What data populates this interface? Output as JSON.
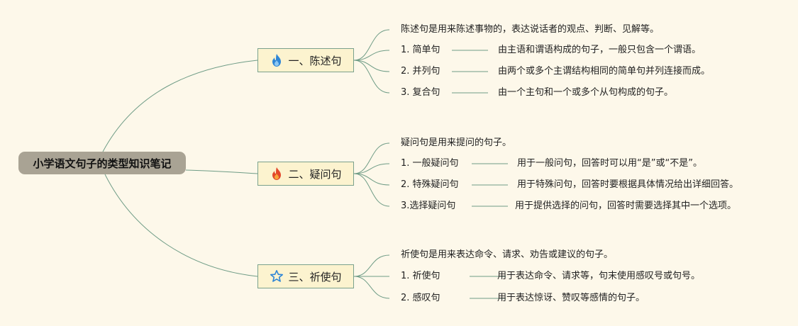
{
  "root": {
    "label": "小学语文句子的类型知识笔记"
  },
  "branches": [
    {
      "label": "一、陈述句",
      "icon": "blue-fire-icon",
      "intro": "陈述句是用来陈述事物的，表达说话者的观点、判断、见解等。",
      "items": [
        {
          "label": "1. 简单句",
          "desc": "由主语和谓语构成的句子，一般只包含一个谓语。"
        },
        {
          "label": "2. 并列句",
          "desc": "由两个或多个主谓结构相同的简单句并列连接而成。"
        },
        {
          "label": "3. 复合句",
          "desc": "由一个主句和一个或多个从句构成的句子。"
        }
      ]
    },
    {
      "label": "二、疑问句",
      "icon": "red-fire-icon",
      "intro": "疑问句是用来提问的句子。",
      "items": [
        {
          "label": "1. 一般疑问句",
          "desc": "用于一般问句，回答时可以用“是”或“不是”。"
        },
        {
          "label": "2. 特殊疑问句",
          "desc": "用于特殊问句，回答时要根据具体情况给出详细回答。"
        },
        {
          "label": "3.选择疑问句",
          "desc": "用于提供选择的问句，回答时需要选择其中一个选项。"
        }
      ]
    },
    {
      "label": "三、祈使句",
      "icon": "star-outline-icon",
      "intro": "祈使句是用来表达命令、请求、劝告或建议的句子。",
      "items": [
        {
          "label": "1. 祈使句",
          "desc": "用于表达命令、请求等，句末使用感叹号或句号。"
        },
        {
          "label": "2. 感叹句",
          "desc": "用于表达惊讶、赞叹等感情的句子。"
        }
      ]
    }
  ],
  "colors": {
    "background": "#fdf8ea",
    "connector": "#6f9c86",
    "root_fill": "#a9a394",
    "branch_fill": "#fcf3cf"
  }
}
